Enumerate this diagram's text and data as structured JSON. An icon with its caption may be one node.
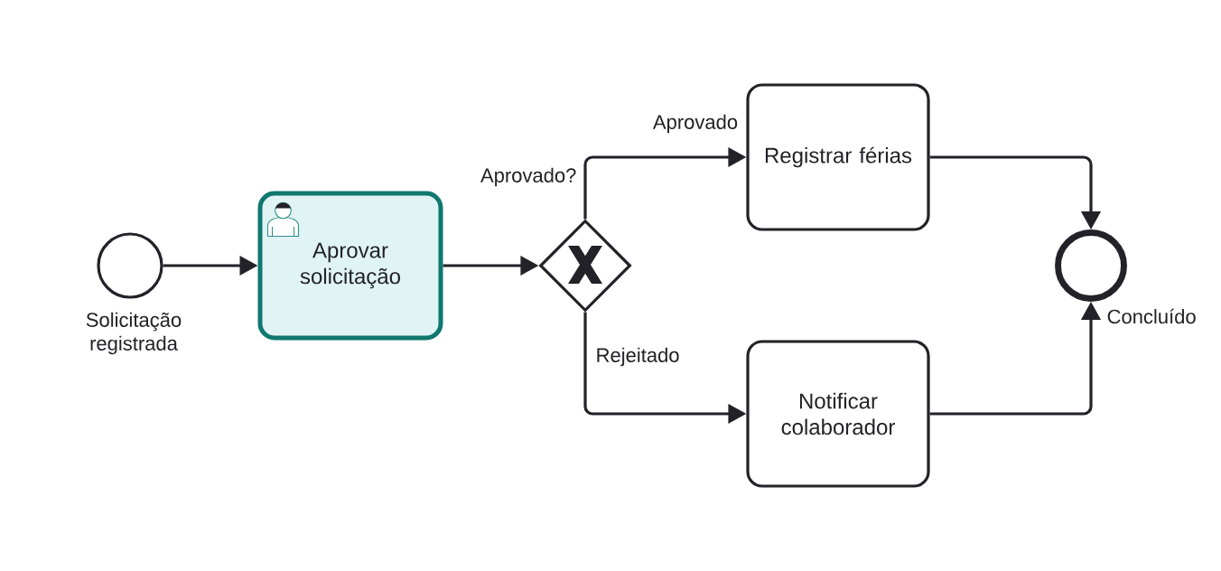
{
  "diagram": {
    "nodes": [
      {
        "text": [],
        "shape": "circle",
        "beside": [
          "Solicitação registrada"
        ]
      },
      {
        "text": [
          "Aprovar solicitação"
        ]
      },
      {
        "text": [],
        "shape": "diamond",
        "beside": [
          "Aprovado?"
        ]
      },
      {
        "text": [
          "Registrar férias"
        ]
      },
      {
        "text": [
          "Notificar colaborador"
        ]
      },
      {
        "text": [],
        "shape": "circle",
        "beside": [
          "Concluído"
        ]
      }
    ],
    "edges": [
      {
        "from": 0,
        "to": 1,
        "arrow": "to"
      },
      {
        "from": 1,
        "to": 2,
        "arrow": "to"
      },
      {
        "from": 2,
        "to": 3,
        "arrow": "to",
        "label": "Aprovado"
      },
      {
        "from": 2,
        "to": 4,
        "arrow": "to",
        "label": "Rejeitado"
      },
      {
        "from": 3,
        "to": 5,
        "arrow": "to"
      },
      {
        "from": 4,
        "to": 5,
        "arrow": "to"
      }
    ]
  }
}
